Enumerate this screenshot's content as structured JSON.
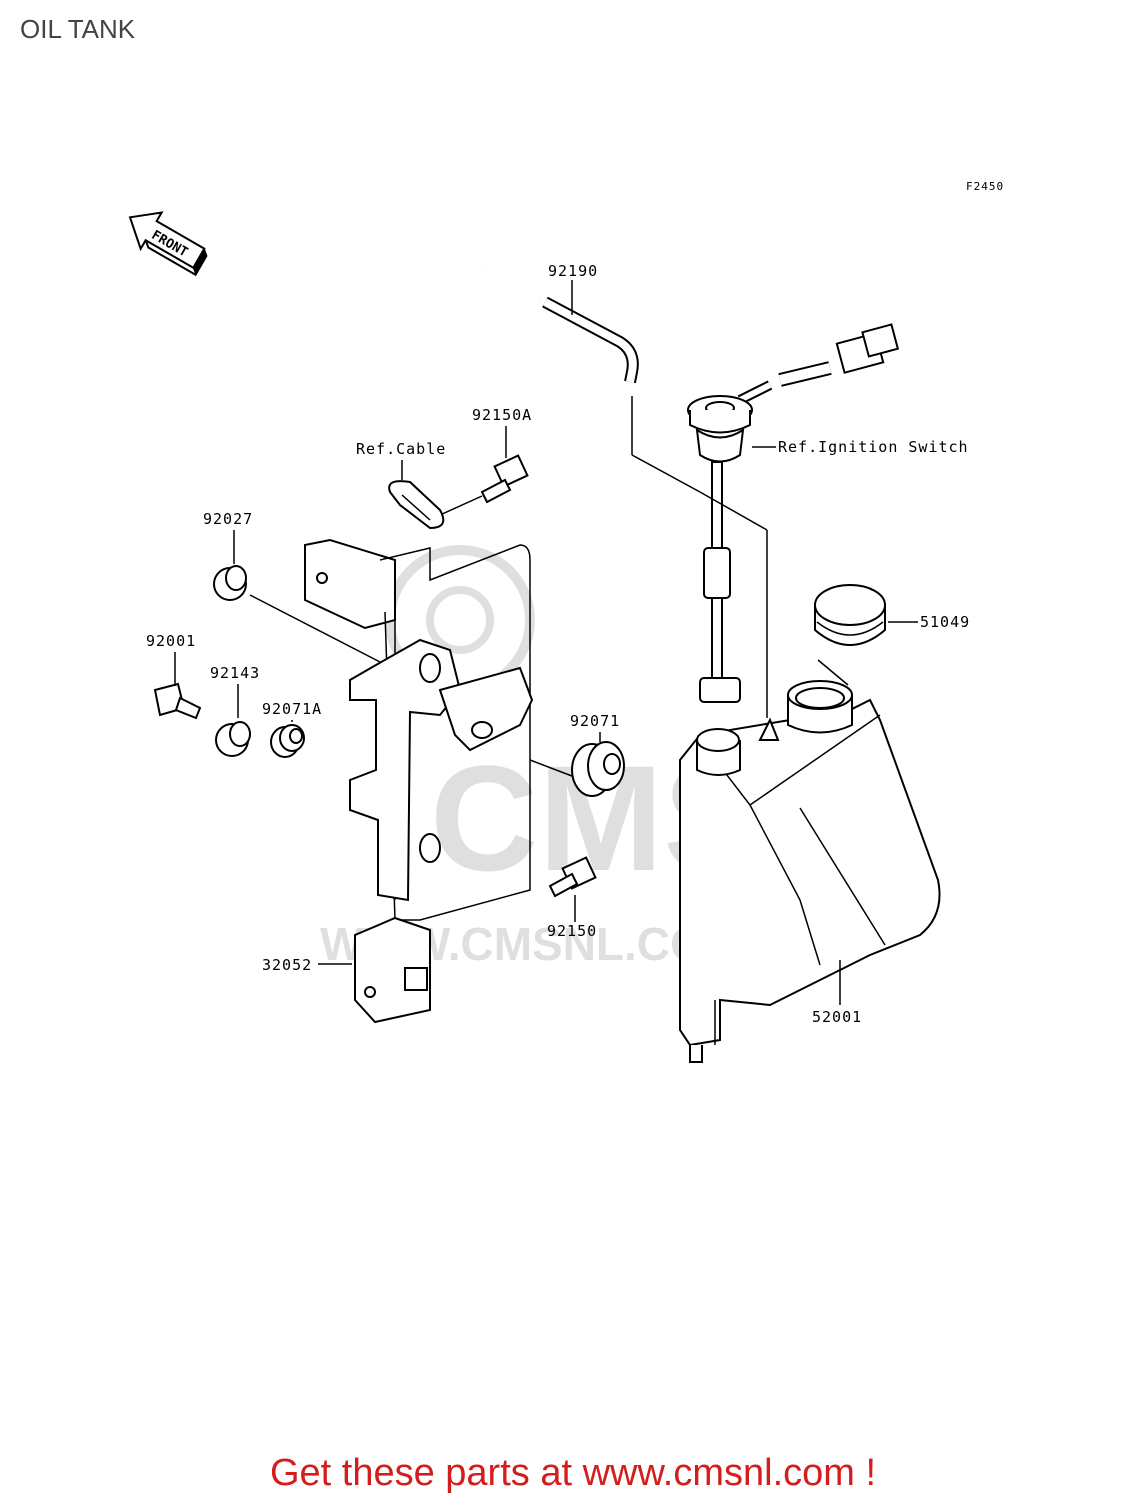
{
  "title": "OIL TANK",
  "figure_code": "F2450",
  "front_label": "FRONT",
  "parts": {
    "p92190": "92190",
    "p92150A": "92150A",
    "ref_cable": "Ref.Cable",
    "ref_ignition": "Ref.Ignition Switch",
    "p92027": "92027",
    "p51049": "51049",
    "p92001": "92001",
    "p92143": "92143",
    "p92071A": "92071A",
    "p92071": "92071",
    "p92150": "92150",
    "p32052": "32052",
    "p52001": "52001"
  },
  "watermark": {
    "brand": "CMS",
    "url": "WWW.CMSNL.COM"
  },
  "footer": "Get these parts at www.cmsnl.com !",
  "colors": {
    "footer": "#d41d1d",
    "ink": "#000000"
  }
}
